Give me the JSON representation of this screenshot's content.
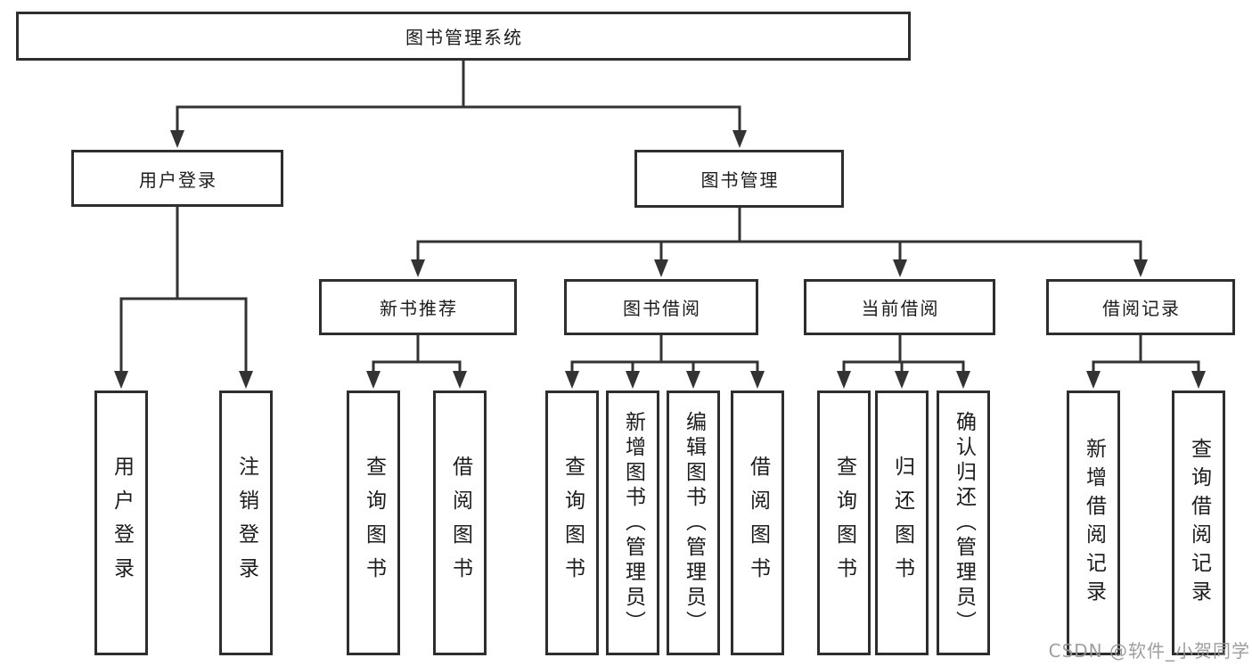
{
  "tree": {
    "root": {
      "label": "图书管理系统",
      "children": [
        {
          "label": "用户登录",
          "children": [
            {
              "label": "用户登录"
            },
            {
              "label": "注销登录"
            }
          ]
        },
        {
          "label": "图书管理",
          "children": [
            {
              "label": "新书推荐",
              "children": [
                {
                  "label": "查询图书"
                },
                {
                  "label": "借阅图书"
                }
              ]
            },
            {
              "label": "图书借阅",
              "children": [
                {
                  "label": "查询图书"
                },
                {
                  "label": "新增图书（管理员）"
                },
                {
                  "label": "编辑图书（管理员）"
                },
                {
                  "label": "借阅图书"
                }
              ]
            },
            {
              "label": "当前借阅",
              "children": [
                {
                  "label": "查询图书"
                },
                {
                  "label": "归还图书"
                },
                {
                  "label": "确认归还（管理员）"
                }
              ]
            },
            {
              "label": "借阅记录",
              "children": [
                {
                  "label": "新增借阅记录"
                },
                {
                  "label": "查询借阅记录"
                }
              ]
            }
          ]
        }
      ]
    }
  },
  "watermark": {
    "text": "CSDN @软件_小贺同学"
  },
  "colors": {
    "background": "#ffffff",
    "box_fill": "#ffffff",
    "box_border": "#2e2e2e",
    "connector_line": "#333333",
    "text": "#1c1c1c",
    "watermark_text": "#969696"
  }
}
